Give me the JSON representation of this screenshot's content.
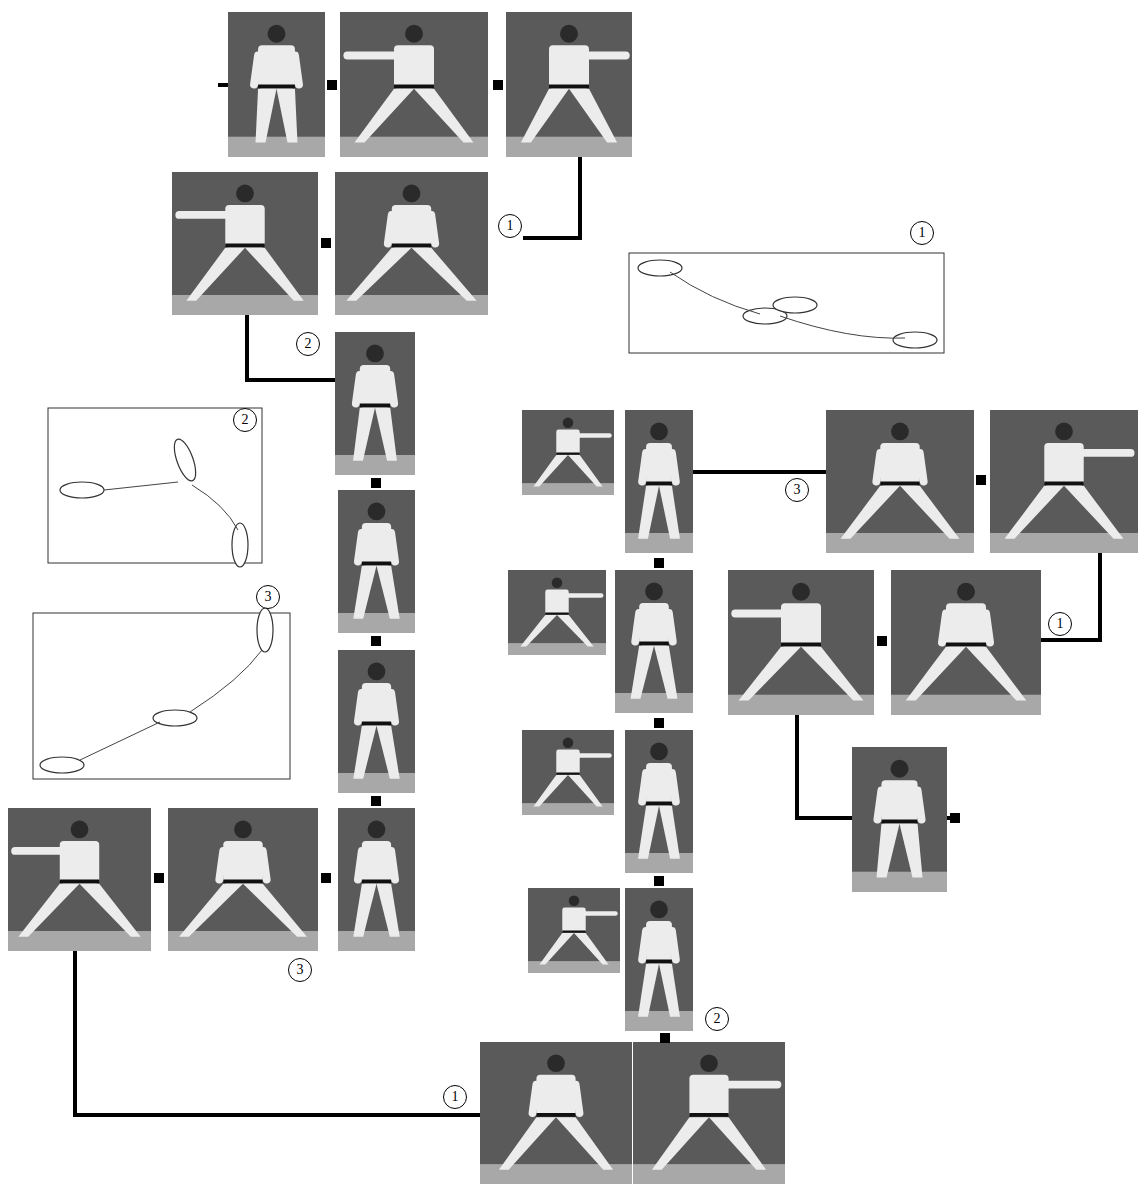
{
  "diagram": {
    "labels": [
      "1",
      "1",
      "2",
      "2",
      "3",
      "3",
      "1",
      "3",
      "2",
      "1"
    ]
  }
}
